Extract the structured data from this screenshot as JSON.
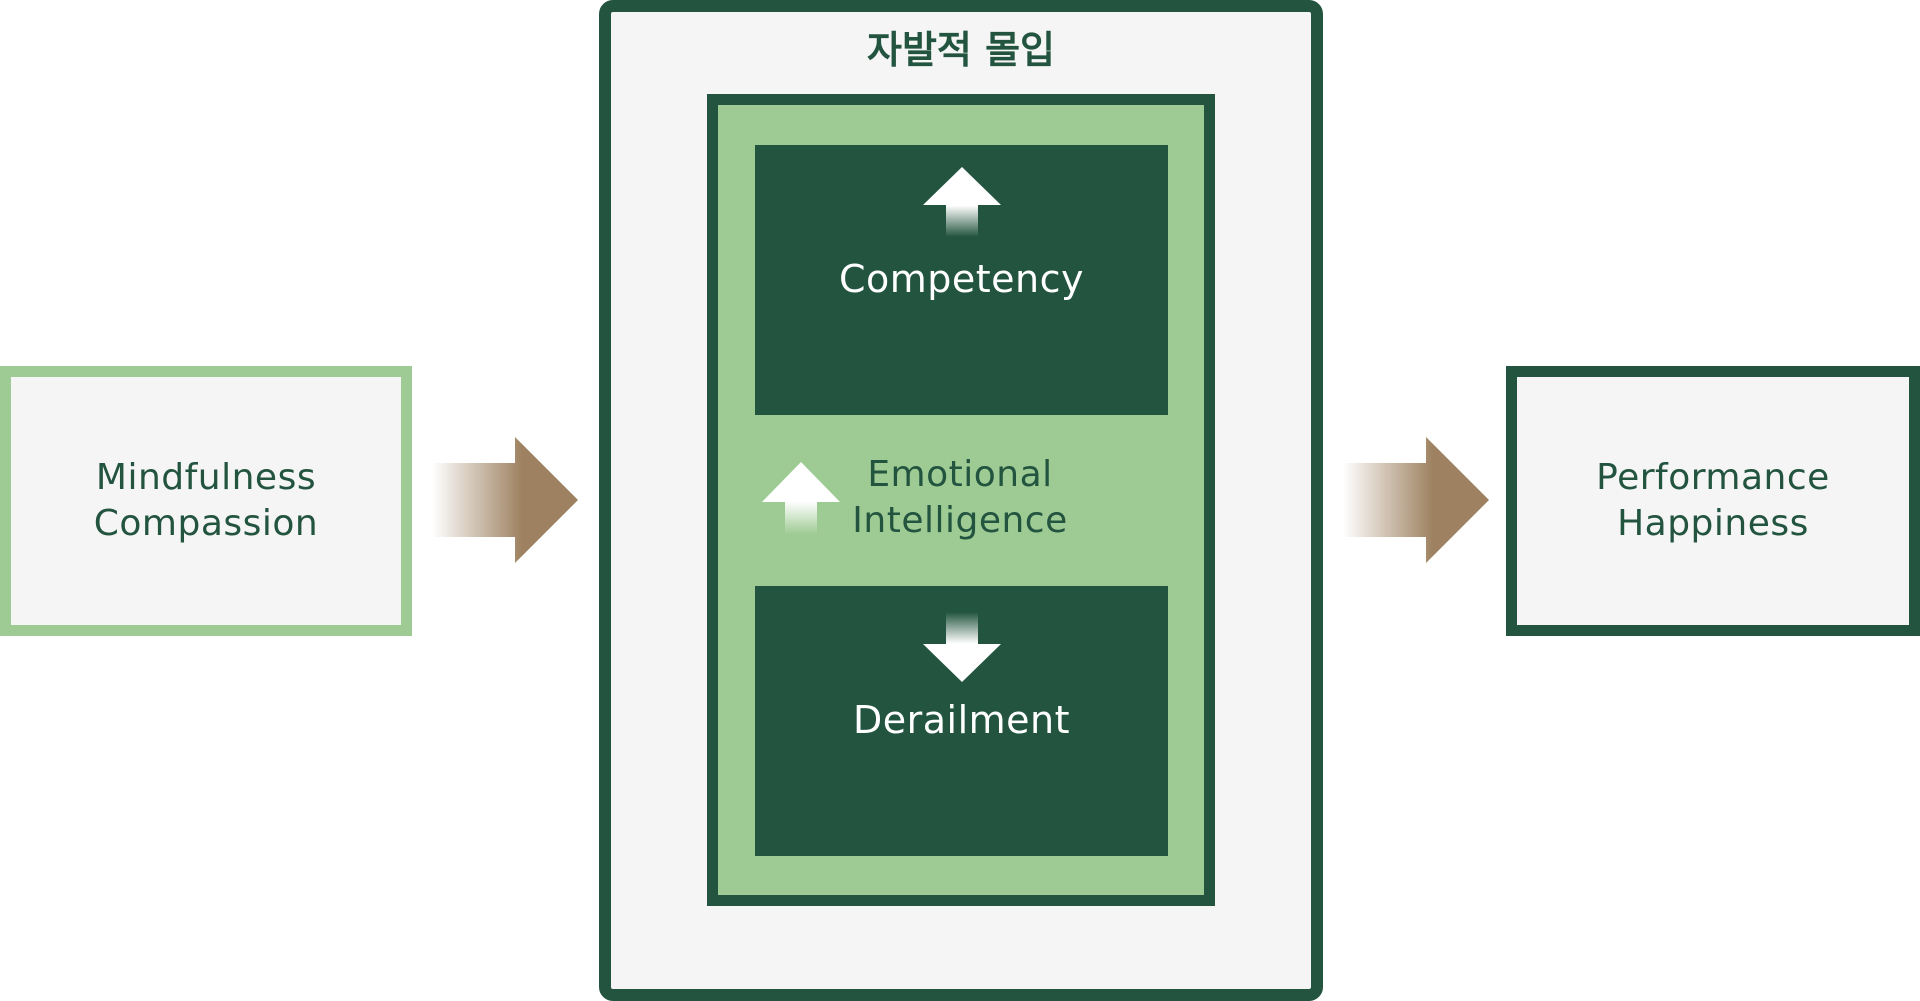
{
  "outer": {
    "title": "자발적 몰입"
  },
  "input": {
    "lines": [
      "Mindfulness",
      "Compassion"
    ]
  },
  "output": {
    "lines": [
      "Performance",
      "Happiness"
    ]
  },
  "inner": {
    "top_box": {
      "label": "Competency"
    },
    "middle": {
      "lines": [
        "Emotional",
        "Intelligence"
      ]
    },
    "bottom_box": {
      "label": "Derailment"
    }
  },
  "colors": {
    "dark_green": "#22543f",
    "light_green": "#9ecb94",
    "panel_bg": "#f5f5f5",
    "arrow_brown": "#9d8160"
  },
  "icons": {
    "flow_arrow": "arrow-right-icon",
    "increase": "arrow-up-icon",
    "decrease": "arrow-down-icon"
  }
}
